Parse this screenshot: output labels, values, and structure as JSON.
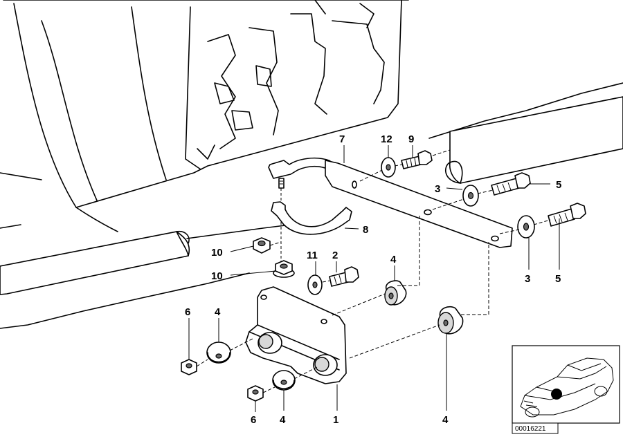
{
  "diagram": {
    "callouts": [
      {
        "id": "c7",
        "text": "7"
      },
      {
        "id": "c12",
        "text": "12"
      },
      {
        "id": "c9",
        "text": "9"
      },
      {
        "id": "c3a",
        "text": "3"
      },
      {
        "id": "c5a",
        "text": "5"
      },
      {
        "id": "c8",
        "text": "8"
      },
      {
        "id": "c10a",
        "text": "10"
      },
      {
        "id": "c10b",
        "text": "10"
      },
      {
        "id": "c11",
        "text": "11"
      },
      {
        "id": "c2",
        "text": "2"
      },
      {
        "id": "c4a",
        "text": "4"
      },
      {
        "id": "c3b",
        "text": "3"
      },
      {
        "id": "c5b",
        "text": "5"
      },
      {
        "id": "c6a",
        "text": "6"
      },
      {
        "id": "c4b",
        "text": "4"
      },
      {
        "id": "c6b",
        "text": "6"
      },
      {
        "id": "c4c",
        "text": "4"
      },
      {
        "id": "c1",
        "text": "1"
      },
      {
        "id": "c4d",
        "text": "4"
      }
    ],
    "thumbnail": {
      "caption": "00016221"
    }
  }
}
